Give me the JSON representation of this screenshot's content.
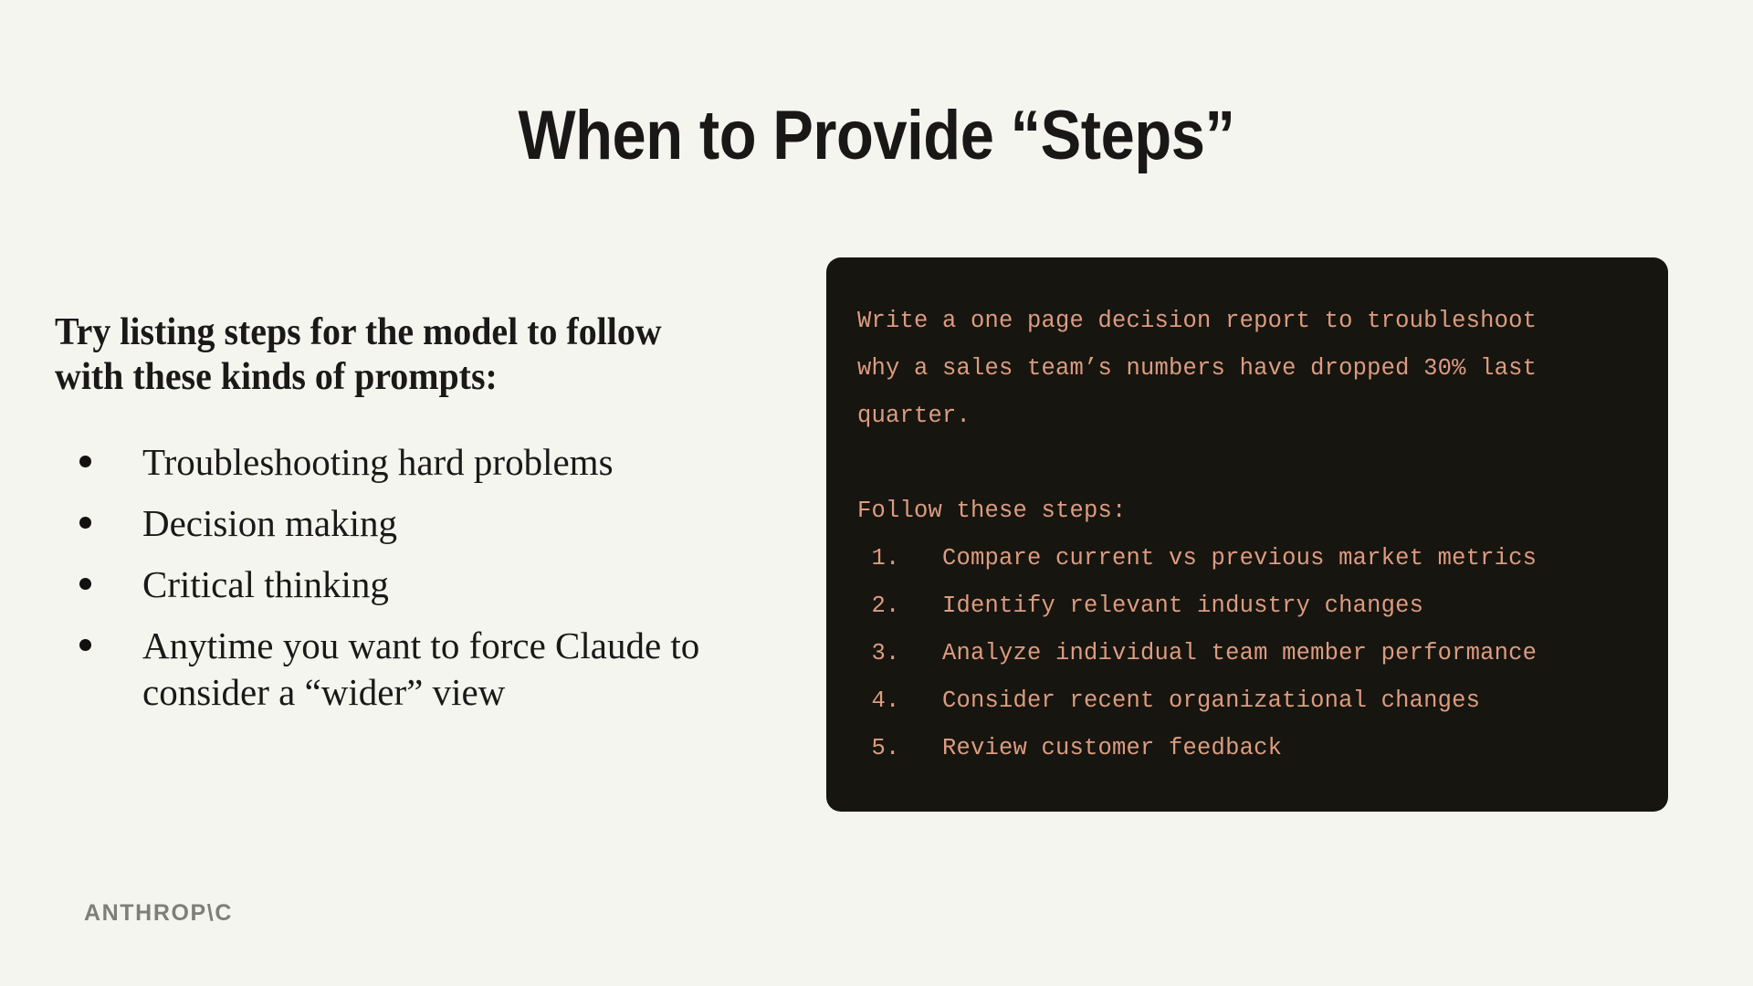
{
  "slide": {
    "title": "When to Provide “Steps”",
    "background_color": "#F4F5EF"
  },
  "left": {
    "lead": "Try listing steps for the model to follow with these kinds of prompts:",
    "bullets": [
      "Troubleshooting hard problems",
      "Decision making",
      "Critical thinking",
      "Anytime you want to force Claude to consider a “wider” view"
    ]
  },
  "code_block": {
    "background_color": "#17150F",
    "text_color": "#DC9C80",
    "lines": [
      "Write a one page decision report to troubleshoot",
      "why a sales team’s numbers have dropped 30% last",
      "quarter.",
      "",
      "Follow these steps:",
      " 1.   Compare current vs previous market metrics",
      " 2.   Identify relevant industry changes",
      " 3.   Analyze individual team member performance",
      " 4.   Consider recent organizational changes",
      " 5.   Review customer feedback"
    ]
  },
  "footer": {
    "logo_text": "ANTHROP\\C",
    "logo_color": "#7E7F77"
  }
}
